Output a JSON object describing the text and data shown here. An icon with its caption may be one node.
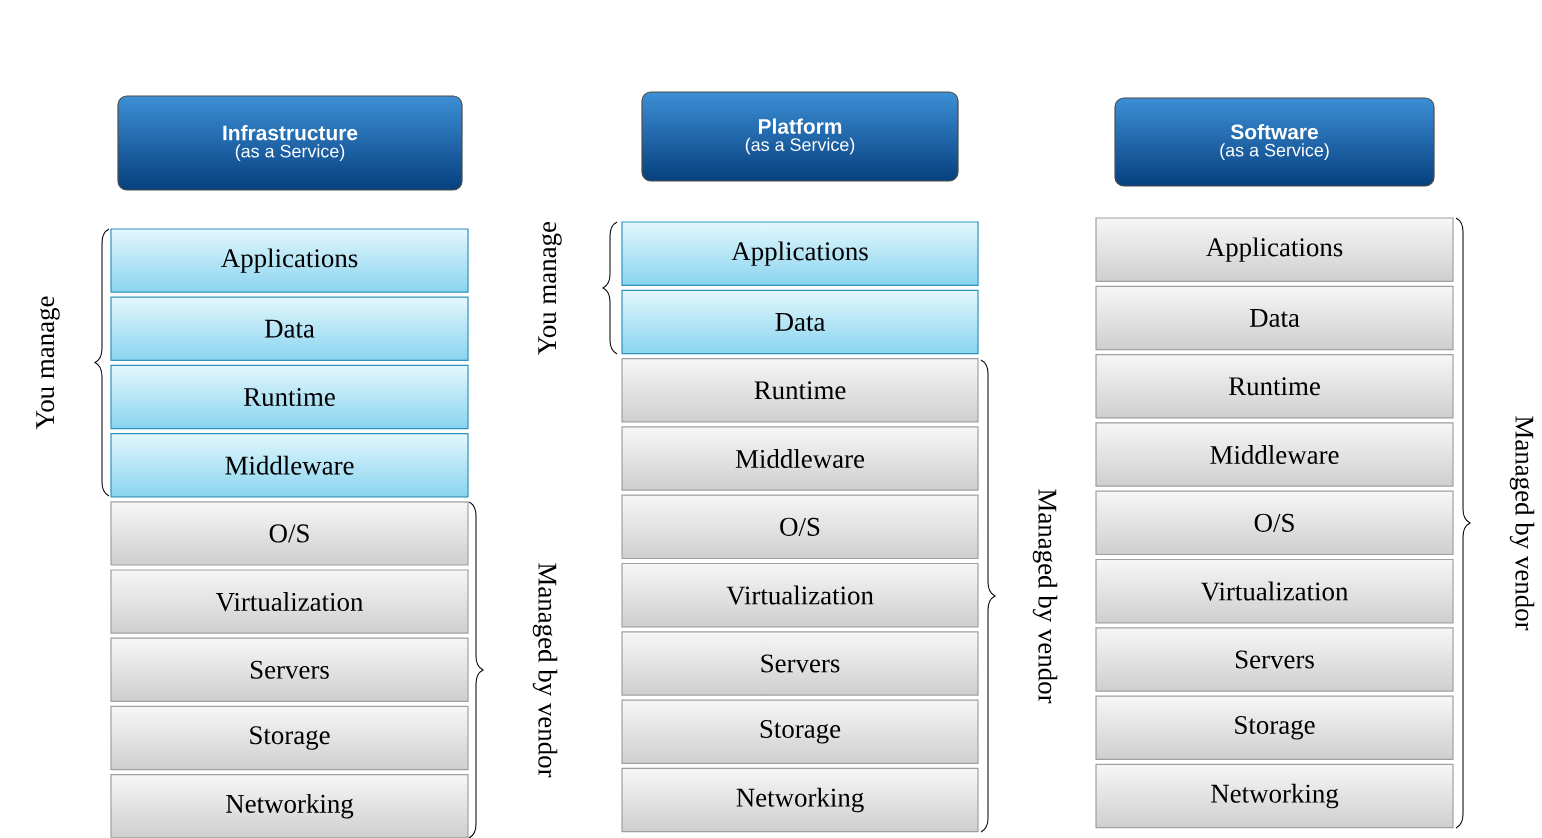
{
  "diagram": {
    "nodes": [
      {
        "text": [
          "Infrastructure",
          "(as a Service)"
        ]
      },
      {
        "text": [
          "Applications"
        ]
      },
      {
        "text": [
          "Data"
        ]
      },
      {
        "text": [
          "Runtime"
        ]
      },
      {
        "text": [
          "Middleware"
        ]
      },
      {
        "text": [
          "O/S"
        ]
      },
      {
        "text": [
          "Virtualization"
        ]
      },
      {
        "text": [
          "Servers"
        ]
      },
      {
        "text": [
          "Storage"
        ]
      },
      {
        "text": [
          "Networking"
        ]
      },
      {
        "text": [
          "Platform",
          "(as a Service)"
        ]
      },
      {
        "text": [
          "Applications"
        ]
      },
      {
        "text": [
          "Data"
        ]
      },
      {
        "text": [
          "Runtime"
        ]
      },
      {
        "text": [
          "Middleware"
        ]
      },
      {
        "text": [
          "O/S"
        ]
      },
      {
        "text": [
          "Virtualization"
        ]
      },
      {
        "text": [
          "Servers"
        ]
      },
      {
        "text": [
          "Storage"
        ]
      },
      {
        "text": [
          "Networking"
        ]
      },
      {
        "text": [
          "Software",
          "(as a Service)"
        ]
      },
      {
        "text": [
          "Applications"
        ]
      },
      {
        "text": [
          "Data"
        ]
      },
      {
        "text": [
          "Runtime"
        ]
      },
      {
        "text": [
          "Middleware"
        ]
      },
      {
        "text": [
          "O/S"
        ]
      },
      {
        "text": [
          "Virtualization"
        ]
      },
      {
        "text": [
          "Servers"
        ]
      },
      {
        "text": [
          "Storage"
        ]
      },
      {
        "text": [
          "Networking"
        ]
      }
    ],
    "labels": [
      "You manage",
      "Managed by vendor",
      "You manage",
      "Managed by vendor",
      "Managed by vendor"
    ]
  }
}
